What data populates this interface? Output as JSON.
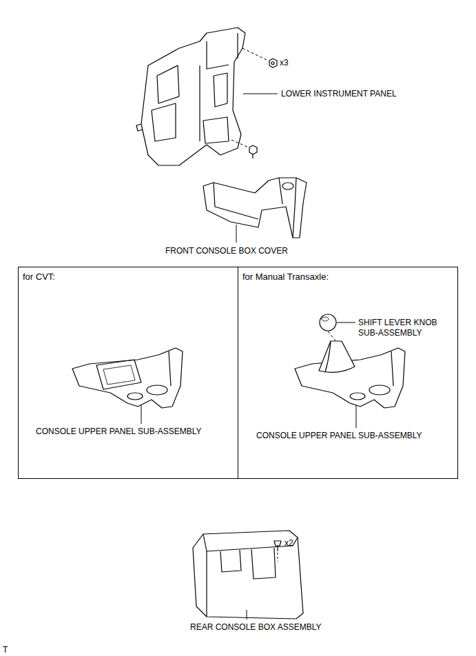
{
  "diagram": {
    "nodes": [
      {
        "text": [
          "for CVT:"
        ]
      },
      {
        "text": [
          "for Manual Transaxle:"
        ]
      }
    ],
    "labels": [
      "x3",
      "LOWER INSTRUMENT PANEL",
      "FRONT CONSOLE BOX COVER",
      "SHIFT LEVER KNOB SUB-ASSEMBLY",
      "CONSOLE UPPER PANEL SUB-ASSEMBLY",
      "CONSOLE UPPER PANEL SUB-ASSEMBLY",
      "x2",
      "REAR CONSOLE BOX ASSEMBLY",
      "T"
    ]
  }
}
